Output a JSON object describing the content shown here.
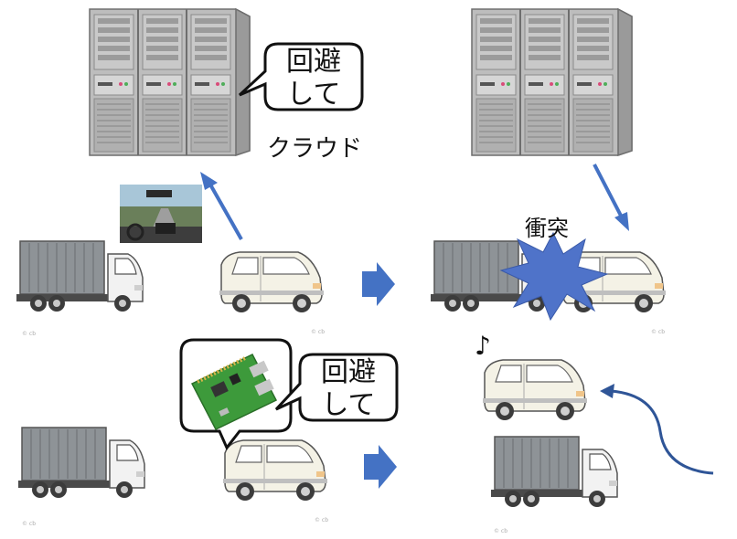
{
  "labels": {
    "cloud": "クラウド",
    "collision": "衝突",
    "bubble_top": [
      "回避",
      "して"
    ],
    "bubble_bottom": [
      "回避",
      "して"
    ],
    "note": "♪"
  },
  "credits": [
    "© cb",
    "© cb",
    "© cb",
    "© cb",
    "© cb",
    "© cb"
  ],
  "icons": [
    "server-rack-icon",
    "truck-icon",
    "van-icon",
    "dashcam-photo-icon",
    "raspberry-pi-board-icon",
    "explosion-icon",
    "arrow-right-icon",
    "arrow-up-icon"
  ],
  "colors": {
    "arrow_blue": "#4472c4",
    "curve_blue": "#2f5597",
    "server_gray": "#b5b5b5",
    "truck_gray": "#8e9397",
    "van_white": "#f4f2e6",
    "burst_blue": "#4f73c9",
    "board_green": "#3d9a3b"
  }
}
